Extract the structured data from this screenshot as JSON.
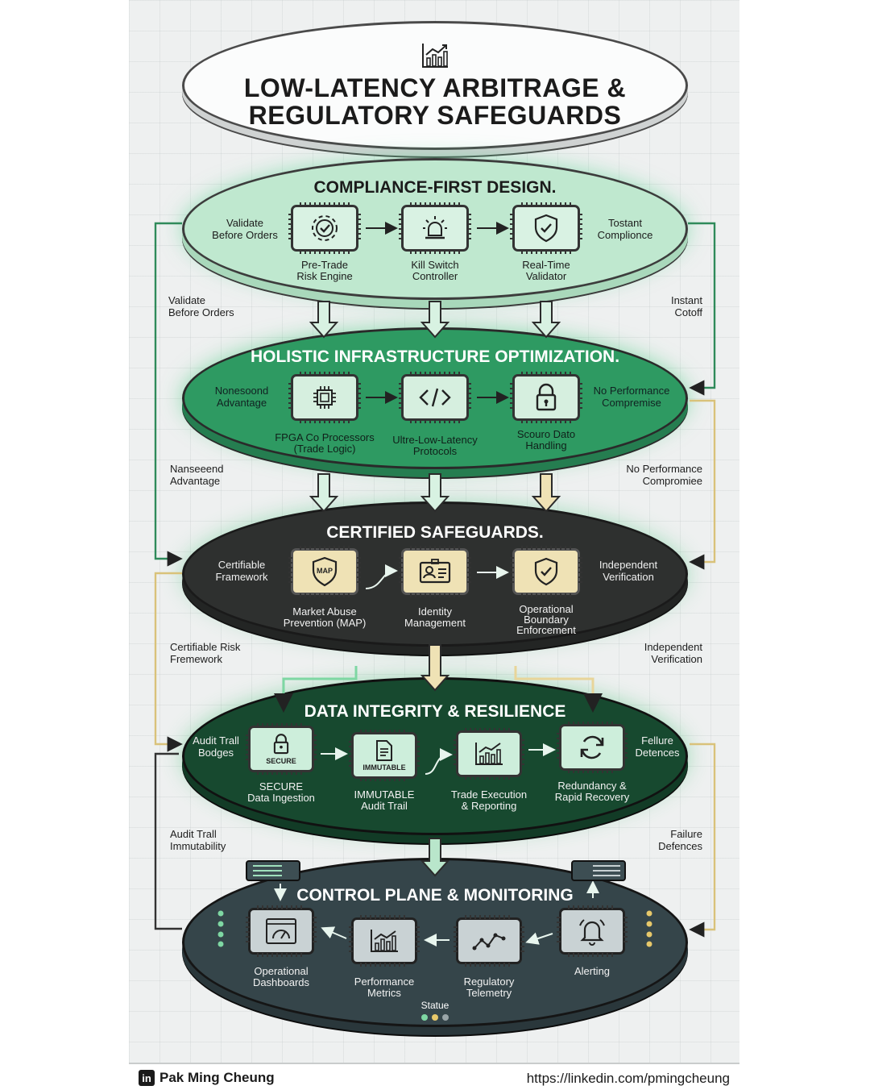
{
  "title": {
    "line1": "LOW-LATENCY ARBITRAGE &",
    "line2": "REGULATORY SAFEGUARDS"
  },
  "layers": [
    {
      "title": "COMPLIANCE-FIRST DESIGN.",
      "left": "Validate\nBefore Orders",
      "right": "Tostant\nComplionce",
      "chips": [
        {
          "label": "Pre-Trade\nRisk Engine",
          "icon": "gear-check-icon"
        },
        {
          "label": "Kill Switch\nController",
          "icon": "alarm-light-icon"
        },
        {
          "label": "Real-Time\nValidator",
          "icon": "shield-check-icon"
        }
      ]
    },
    {
      "title": "HOLISTIC INFRASTRUCTURE OPTIMIZATION.",
      "left": "Nonesoond\nAdvantage",
      "right": "No Performance\nCompremise",
      "chips": [
        {
          "label": "FPGA Co Processors\n(Trade Logic)",
          "icon": "cpu-icon"
        },
        {
          "label": "Ultre-Low-Latency\nProtocols",
          "icon": "code-icon"
        },
        {
          "label": "Scouro Dato\nHandling",
          "icon": "lock-icon"
        }
      ]
    },
    {
      "title": "CERTIFIED SAFEGUARDS.",
      "left": "Certifiable\nFramework",
      "right": "Independent\nVerification",
      "chips": [
        {
          "label": "Market Abuse\nPrevention (MAP)",
          "icon": "map-shield-icon",
          "badge": "MAP"
        },
        {
          "label": "Identity\nManagement",
          "icon": "id-card-icon"
        },
        {
          "label": "Operational\nBoundary\nEnforcement",
          "icon": "shield-check-icon"
        }
      ]
    },
    {
      "title": "DATA INTEGRITY & RESILIENCE",
      "left": "Audit Trall\nBodges",
      "right": "Fellure\nDetences",
      "chips": [
        {
          "label": "SECURE\nData Ingestion",
          "icon": "lock-icon",
          "badge": "SECURE"
        },
        {
          "label": "IMMUTABLE\nAudit Trail",
          "icon": "document-icon",
          "badge": "IMMUTABLE"
        },
        {
          "label": "Trade Execution\n& Reporting",
          "icon": "chart-up-icon"
        },
        {
          "label": "Redundancy &\nRapid Recovery",
          "icon": "refresh-icon"
        }
      ]
    },
    {
      "title": "CONTROL PLANE & MONITORING",
      "status": "Statue",
      "chips": [
        {
          "label": "Operational\nDashboards",
          "icon": "gauge-icon"
        },
        {
          "label": "Performance\nMetrics",
          "icon": "bar-chart-icon"
        },
        {
          "label": "Regulatory\nTelemetry",
          "icon": "line-dots-icon"
        },
        {
          "label": "Alerting",
          "icon": "bell-icon"
        }
      ]
    }
  ],
  "outer_labels": {
    "l1": "Validate\nBefore Orders",
    "r1": "Instant\nCotoff",
    "l2": "Nanseeend\nAdvantage",
    "r2": "No Performance\nCompromiee",
    "l3": "Certifiable Risk\nFremework",
    "r3": "Independent\nVerification",
    "l4": "Audit Trall\nImmutability",
    "r4": "Failure\nDefences"
  },
  "footer": {
    "author": "Pak Ming Cheung",
    "url": "https://linkedin.com/pmingcheung",
    "logo": "in"
  },
  "colors": {
    "mint": "#bfe8cf",
    "green": "#2e9a62",
    "charcoal": "#2e302f",
    "darkgreen": "#17492f",
    "slate": "#35454a"
  }
}
